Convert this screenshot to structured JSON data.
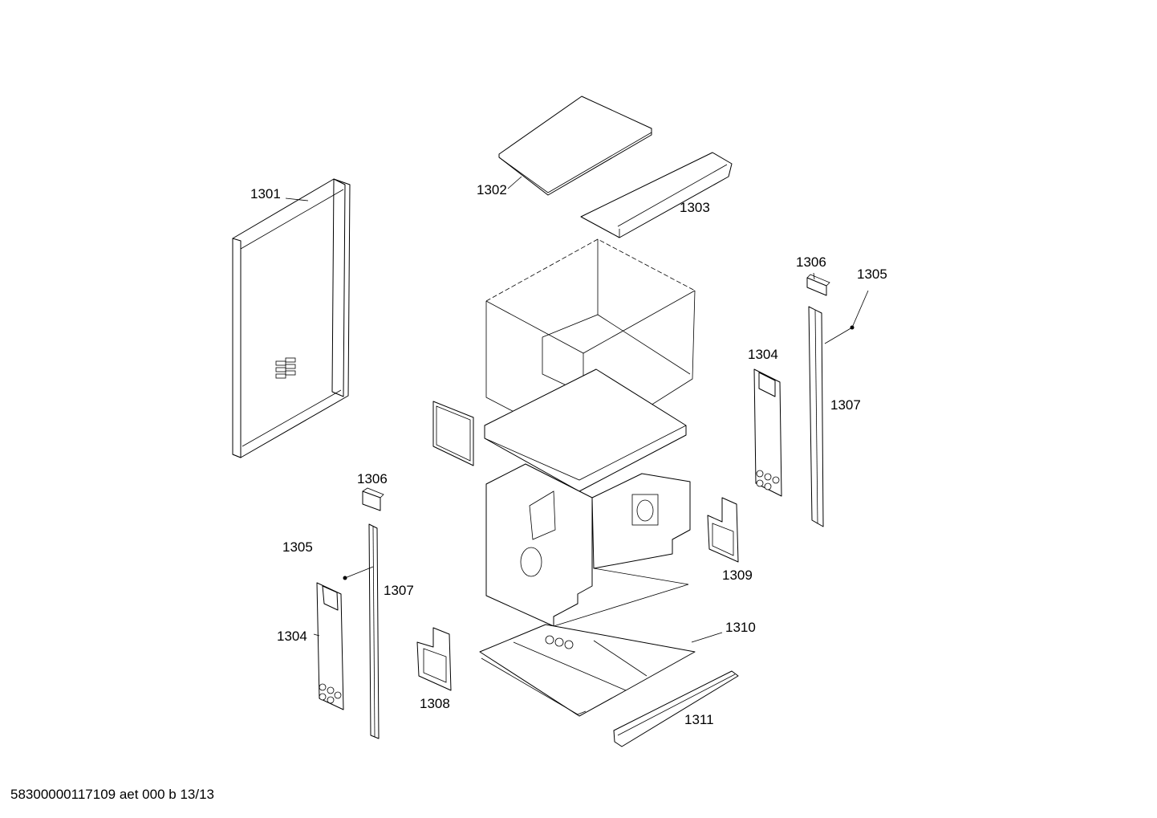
{
  "callouts": {
    "c1301": "1301",
    "c1302": "1302",
    "c1303": "1303",
    "c1304_left": "1304",
    "c1304_right": "1304",
    "c1305_left": "1305",
    "c1305_right": "1305",
    "c1306_left": "1306",
    "c1306_right": "1306",
    "c1307_left": "1307",
    "c1307_right": "1307",
    "c1308": "1308",
    "c1309": "1309",
    "c1310": "1310",
    "c1311": "1311"
  },
  "footer": {
    "document_id": "58300000117109 aet 000 b 13/13"
  }
}
